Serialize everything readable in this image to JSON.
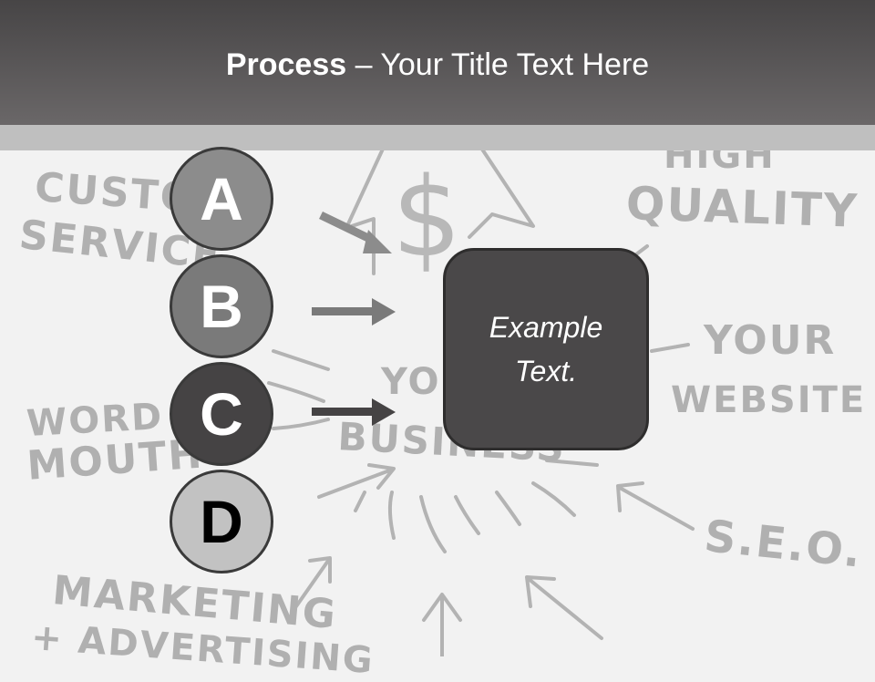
{
  "slide": {
    "title_bold": "Process",
    "title_rest": " – Your Title Text Here",
    "box_text_line1": "Example",
    "box_text_line2": "Text.",
    "steps": [
      {
        "letter": "A",
        "fill": "#8c8c8c",
        "text_color": "#ffffff"
      },
      {
        "letter": "B",
        "fill": "#7a7a7a",
        "text_color": "#ffffff"
      },
      {
        "letter": "C",
        "fill": "#454344",
        "text_color": "#ffffff"
      },
      {
        "letter": "D",
        "fill": "#c2c2c2",
        "text_color": "#000000"
      }
    ]
  },
  "background_sketch": {
    "words": [
      "CUSTOM",
      "SERVICE",
      "HIGH",
      "QUALITY",
      "YOUR",
      "WEBSITE",
      "WORD OF",
      "MOUTH",
      "YOUR",
      "BUSINESS",
      "S.E.O.",
      "MARKETING",
      "+ ADVERTISING",
      "$"
    ]
  },
  "colors": {
    "header": "#5a5758",
    "band": "#bfbfbf",
    "box": "#4a4849",
    "sketch": "#b3b3b3"
  }
}
